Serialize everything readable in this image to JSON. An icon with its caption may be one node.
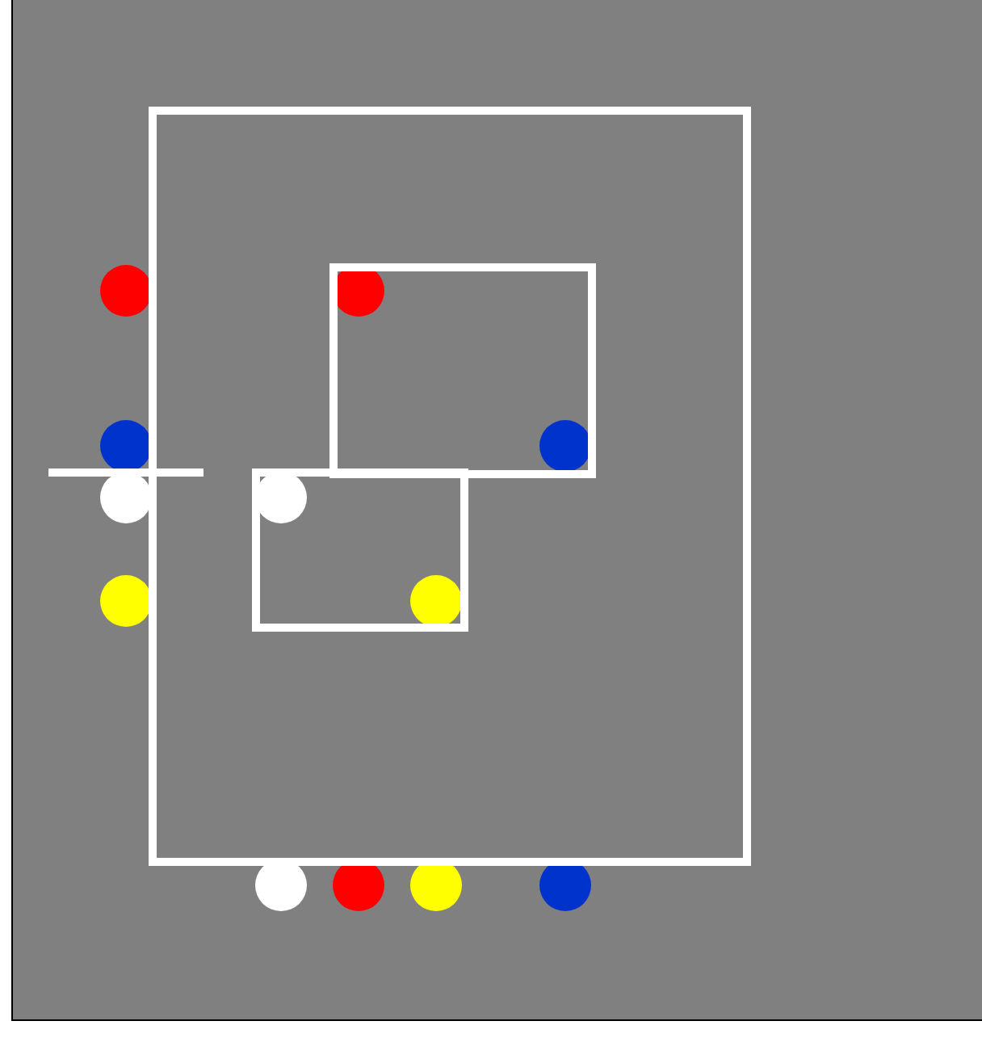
{
  "diagram": {
    "nodes": [
      {
        "text": [],
        "shape": "box"
      },
      {
        "text": [],
        "shape": "circle"
      },
      {
        "text": [],
        "shape": "box",
        "in": 0
      },
      {
        "text": [],
        "shape": "circle",
        "in": 2
      },
      {
        "text": [],
        "shape": "circle"
      },
      {
        "text": [],
        "shape": "circle",
        "in": 2
      },
      {
        "text": [],
        "shape": "circle"
      },
      {
        "text": [],
        "shape": "box",
        "in": 0
      },
      {
        "text": [],
        "shape": "circle",
        "in": 7
      },
      {
        "text": [],
        "shape": "circle"
      },
      {
        "text": [],
        "shape": "circle",
        "in": 7
      },
      {
        "text": [],
        "shape": "circle"
      },
      {
        "text": [],
        "shape": "circle"
      },
      {
        "text": [],
        "shape": "circle"
      },
      {
        "text": [],
        "shape": "circle"
      }
    ]
  }
}
